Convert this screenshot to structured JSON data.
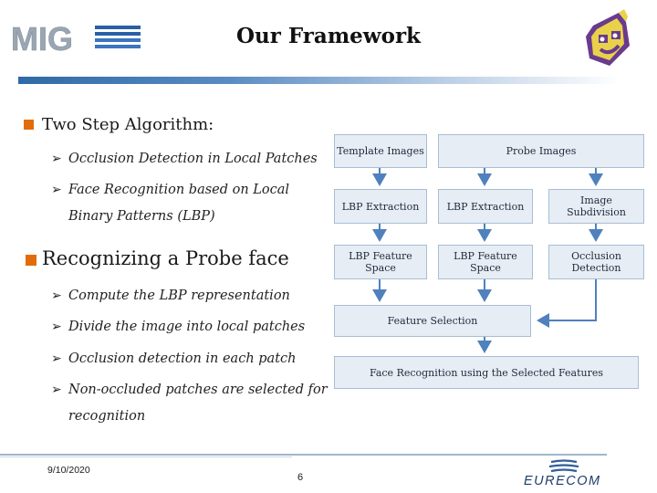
{
  "header": {
    "title": "Our Framework",
    "logo_left": "MIG",
    "logo_left_icon": "mig-logo-icon",
    "logo_right_icon": "cartoon-mascot-icon"
  },
  "bullets": [
    {
      "text": "Two Step Algorithm:",
      "sub": [
        "Occlusion Detection in Local Patches",
        "Face Recognition  based on Local",
        "Binary Patterns (LBP)"
      ]
    },
    {
      "text": "Recognizing a Probe face",
      "sub": [
        "Compute the LBP representation",
        "Divide the image into local patches",
        "Occlusion detection in each patch",
        "Non-occluded patches are selected for",
        "recognition"
      ]
    }
  ],
  "diagram": {
    "template_images": "Template Images",
    "probe_images": "Probe Images",
    "lbp_extraction_1": "LBP Extraction",
    "lbp_extraction_2": "LBP Extraction",
    "image_subdivision": "Image Subdivision",
    "lbp_feature_space_1": "LBP Feature Space",
    "lbp_feature_space_2": "LBP Feature Space",
    "occlusion_detection": "Occlusion Detection",
    "feature_selection": "Feature Selection",
    "face_recognition": "Face Recognition using the Selected Features",
    "arrow_color": "#4f81bd",
    "box_fill": "#e6edf5"
  },
  "footer": {
    "date": "9/10/2020",
    "page_number": "6",
    "logo_text": "EURECOM"
  },
  "colors": {
    "bullet": "#e36c0a",
    "header_bar": "#2e6aa6"
  }
}
